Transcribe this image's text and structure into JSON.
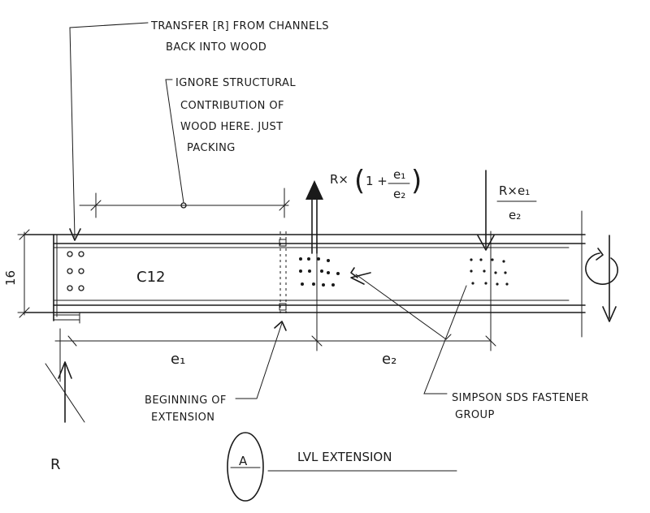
{
  "notes": {
    "transfer_line1": "TRANSFER [R] FROM CHANNELS",
    "transfer_line2": "BACK INTO WOOD",
    "ignore_line1": "IGNORE STRUCTURAL",
    "ignore_line2": "CONTRIBUTION OF",
    "ignore_line3": "WOOD HERE. JUST",
    "ignore_line4": "PACKING",
    "beginning_line1": "BEGINNING OF",
    "beginning_line2": "EXTENSION",
    "fastener_line1": "SIMPSON SDS FASTENER",
    "fastener_line2": "GROUP"
  },
  "labels": {
    "grade": "C12",
    "depth": "16",
    "e1": "e₁",
    "e2": "e₂",
    "reaction": "R"
  },
  "forces": {
    "up_prefix": "R×",
    "up_paren_open": "(",
    "up_one": "1 +",
    "up_num": "e₁",
    "up_den": "e₂",
    "up_paren_close": ")",
    "down_num": "R×e₁",
    "down_den": "e₂"
  },
  "title": {
    "marker": "A",
    "text": "LVL EXTENSION"
  }
}
